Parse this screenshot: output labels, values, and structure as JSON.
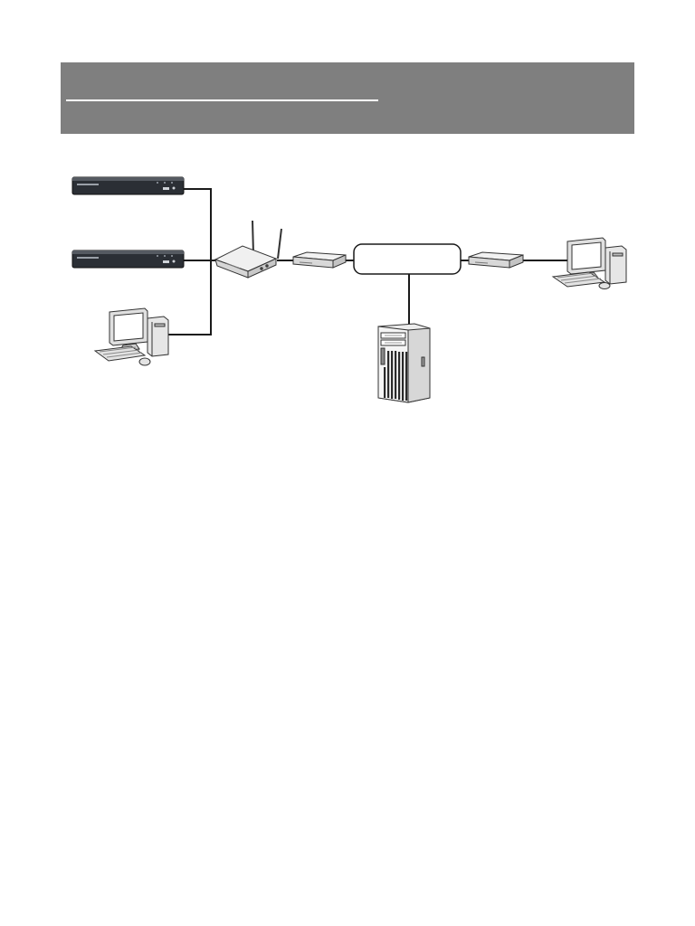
{
  "header": {
    "title": "",
    "banner_color": "#7f7f7f"
  },
  "diagram": {
    "internet_label": "",
    "nodes": [
      {
        "name": "dvr-recorder-1",
        "icon": "dvr-icon"
      },
      {
        "name": "dvr-recorder-2",
        "icon": "dvr-icon"
      },
      {
        "name": "local-pc",
        "icon": "desktop-computer-icon"
      },
      {
        "name": "wireless-router",
        "icon": "wifi-router-icon"
      },
      {
        "name": "modem-left",
        "icon": "modem-icon"
      },
      {
        "name": "internet",
        "icon": "cloud-box"
      },
      {
        "name": "modem-right",
        "icon": "modem-icon"
      },
      {
        "name": "remote-pc",
        "icon": "desktop-computer-icon"
      },
      {
        "name": "server",
        "icon": "tower-server-icon"
      }
    ],
    "line_color": "#1a1a1a"
  }
}
